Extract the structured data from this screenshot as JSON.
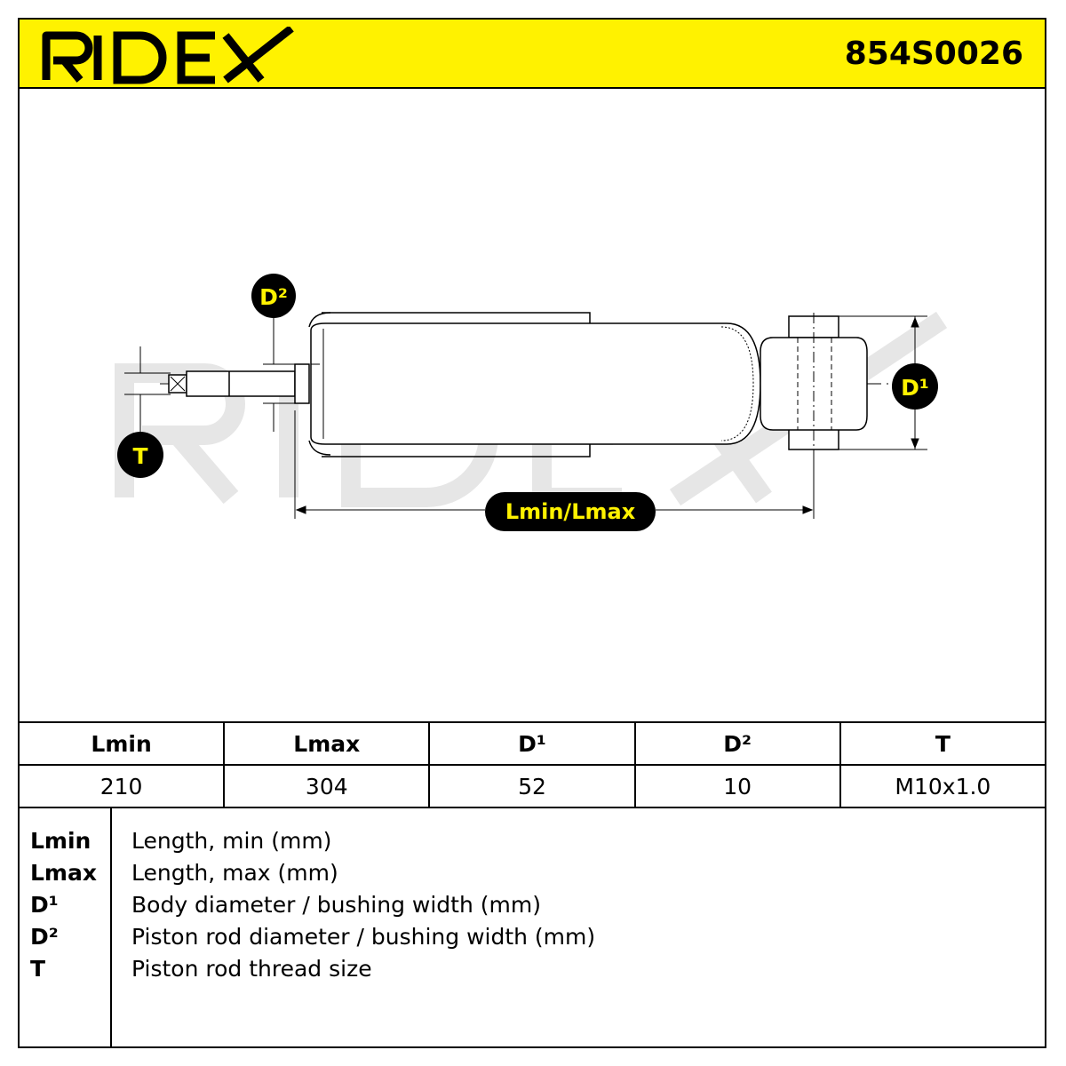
{
  "brand": {
    "logo_text": "RIDEX",
    "part_number": "854S0026",
    "accent_color": "#fff200"
  },
  "diagram": {
    "labels": {
      "d2": "D²",
      "d1": "D¹",
      "t": "T",
      "length": "Lmin/Lmax"
    }
  },
  "specs": {
    "headers": [
      "Lmin",
      "Lmax",
      "D¹",
      "D²",
      "T"
    ],
    "values": [
      "210",
      "304",
      "52",
      "10",
      "M10x1.0"
    ]
  },
  "legend": [
    {
      "key": "Lmin",
      "desc": "Length, min (mm)"
    },
    {
      "key": "Lmax",
      "desc": "Length, max (mm)"
    },
    {
      "key": "D¹",
      "desc": "Body diameter / bushing width (mm)"
    },
    {
      "key": "D²",
      "desc": "Piston rod diameter / bushing width (mm)"
    },
    {
      "key": "T",
      "desc": "Piston rod thread size"
    }
  ]
}
